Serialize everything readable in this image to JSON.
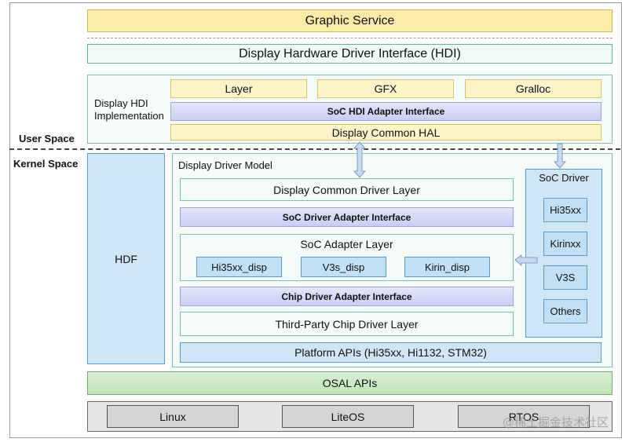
{
  "graphic_service": "Graphic Service",
  "hdi": "Display Hardware Driver Interface (HDI)",
  "hdi_impl": {
    "label_line1": "Display HDI",
    "label_line2": "Implementation",
    "layer": "Layer",
    "gfx": "GFX",
    "gralloc": "Gralloc",
    "soc_hdi_adapter": "SoC HDI Adapter Interface",
    "common_hal": "Display Common HAL"
  },
  "user_space": "User Space",
  "kernel_space": "Kernel Space",
  "hdf": "HDF",
  "driver_model": {
    "title": "Display Driver Model",
    "common_driver_layer": "Display Common Driver Layer",
    "soc_driver_adapter": "SoC Driver Adapter Interface",
    "soc_adapter_layer": "SoC Adapter Layer",
    "hi35xx_disp": "Hi35xx_disp",
    "v3s_disp": "V3s_disp",
    "kirin_disp": "Kirin_disp",
    "chip_driver_adapter": "Chip Driver Adapter Interface",
    "third_party": "Third-Party Chip Driver Layer",
    "platform_apis": "Platform APIs (Hi35xx, Hi1132, STM32)"
  },
  "soc_driver": {
    "title": "SoC Driver",
    "items": [
      "Hi35xx",
      "Kirinxx",
      "V3S",
      "Others"
    ]
  },
  "osal": "OSAL APIs",
  "os": {
    "linux": "Linux",
    "liteos": "LiteOS",
    "rtos": "RTOS"
  },
  "watermark": "@稀土掘金技术社区"
}
